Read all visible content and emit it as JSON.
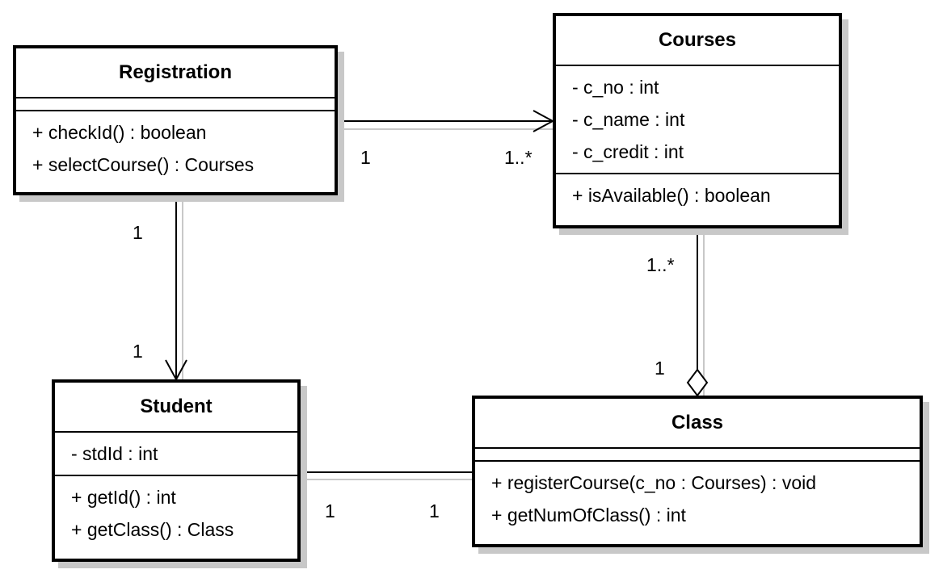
{
  "classes": {
    "registration": {
      "name": "Registration",
      "attributes": [],
      "operations": [
        "+ checkId() : boolean",
        "+ selectCourse() : Courses"
      ]
    },
    "courses": {
      "name": "Courses",
      "attributes": [
        "- c_no : int",
        "- c_name : int",
        "- c_credit : int"
      ],
      "operations": [
        "+ isAvailable() : boolean"
      ]
    },
    "student": {
      "name": "Student",
      "attributes": [
        "- stdId : int"
      ],
      "operations": [
        "+ getId() : int",
        "+ getClass() : Class"
      ]
    },
    "class": {
      "name": "Class",
      "attributes": [],
      "operations": [
        "+ registerCourse(c_no : Courses) : void",
        "+ getNumOfClass() : int"
      ]
    }
  },
  "associations": {
    "registration_courses": {
      "type": "directed-association",
      "source_multiplicity": "1",
      "target_multiplicity": "1..*"
    },
    "registration_student": {
      "type": "directed-association",
      "source_multiplicity": "1",
      "target_multiplicity": "1"
    },
    "courses_class": {
      "type": "aggregation",
      "source_multiplicity": "1..*",
      "target_multiplicity": "1"
    },
    "student_class": {
      "type": "association",
      "source_multiplicity": "1",
      "target_multiplicity": "1"
    }
  },
  "colors": {
    "line": "#000000",
    "shadow": "#c8c8c8",
    "background": "#ffffff"
  }
}
